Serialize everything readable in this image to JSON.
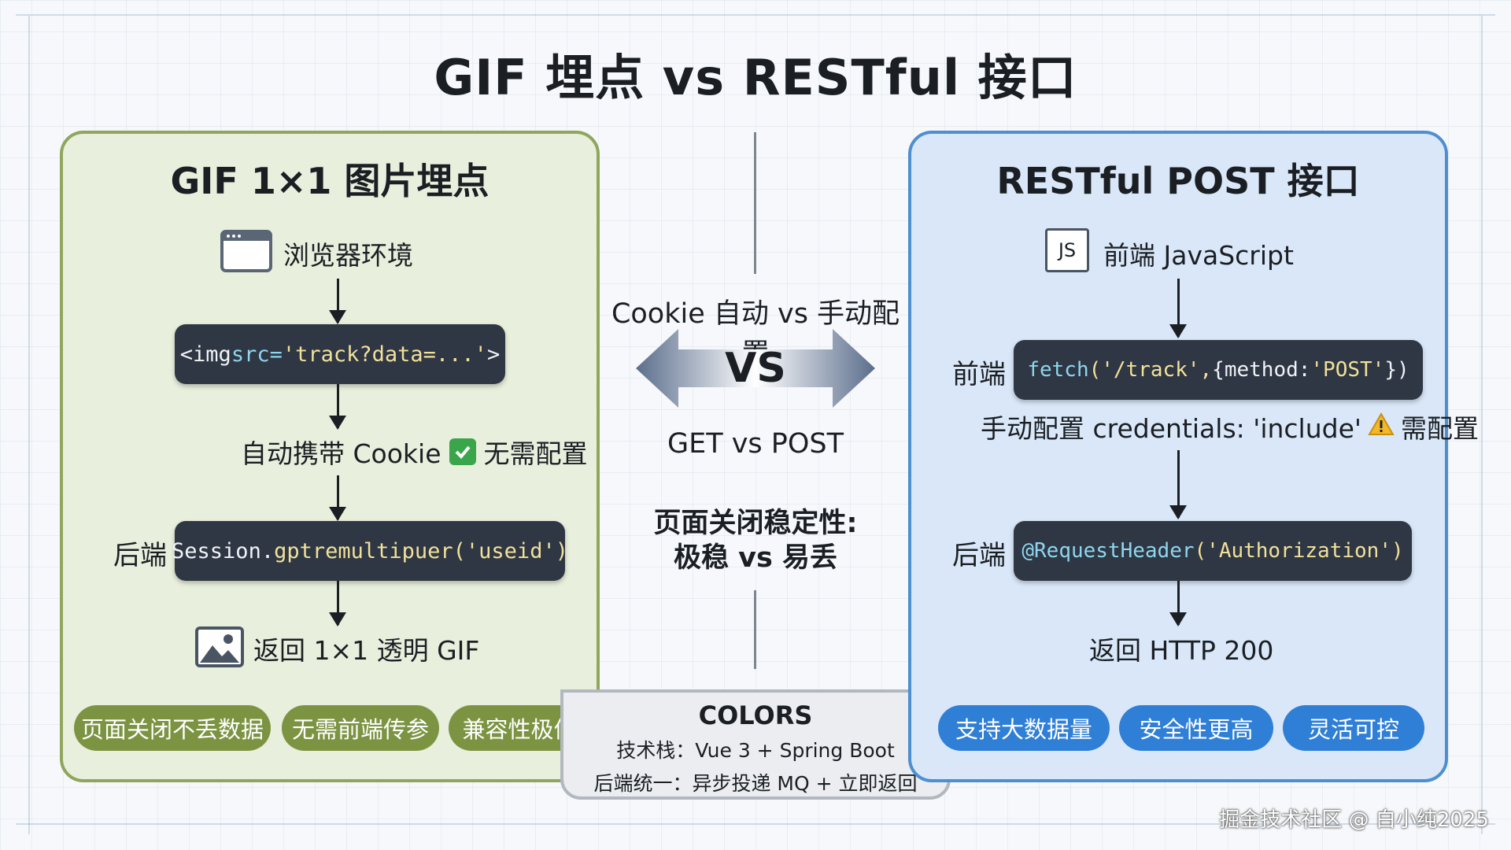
{
  "title": "GIF 埋点 vs RESTful 接口",
  "left": {
    "title": "GIF 1×1 图片埋点",
    "env_label": "浏览器环境",
    "code1": {
      "tag_open": "<img ",
      "attr": "src=",
      "value": "'track?data=...'",
      "tag_close": ">"
    },
    "cookie_text": "自动携带 Cookie",
    "cookie_status": "无需配置",
    "backend_label": "后端",
    "code2": {
      "obj": "Session.",
      "method": "gptremultipuer",
      "arg": "('useid')"
    },
    "return_text": "返回 1×1 透明 GIF",
    "pills": [
      "页面关闭不丢数据",
      "无需前端传参",
      "兼容性极佳"
    ]
  },
  "center": {
    "cookie_compare": "Cookie 自动 vs 手动配置",
    "vs": "VS",
    "method_compare": "GET vs POST",
    "stability_line1": "页面关闭稳定性:",
    "stability_line2": "极稳 vs 易丢",
    "colors_title": "COLORS",
    "stack_line": "技术栈：Vue 3 + Spring Boot",
    "backend_line": "后端统一：异步投递 MQ + 立即返回"
  },
  "right": {
    "title": "RESTful POST 接口",
    "js_icon_text": "JS",
    "env_label": "前端 JavaScript",
    "frontend_label": "前端",
    "code1": {
      "fn": "fetch",
      "arg1": "('/track', ",
      "arg2": "{method: ",
      "arg3": "'POST'",
      "close": "})"
    },
    "credentials_text": "手动配置 credentials: 'include'",
    "credentials_status": "需配置",
    "backend_label": "后端",
    "code2": {
      "anno": "@RequestHeader",
      "arg": "('Authorization')"
    },
    "return_text": "返回 HTTP 200",
    "pills": [
      "支持大数据量",
      "安全性更高",
      "灵活可控"
    ]
  },
  "watermark": "掘金技术社区 @ 白小纯2025",
  "colors": {
    "left_panel_bg": "#e8efdc",
    "left_border": "#8fa65c",
    "left_pill": "#7c9442",
    "right_panel_bg": "#d9e7f8",
    "right_border": "#4d8fd1",
    "right_pill": "#2f7fd6",
    "code_bg": "#2f3744"
  }
}
